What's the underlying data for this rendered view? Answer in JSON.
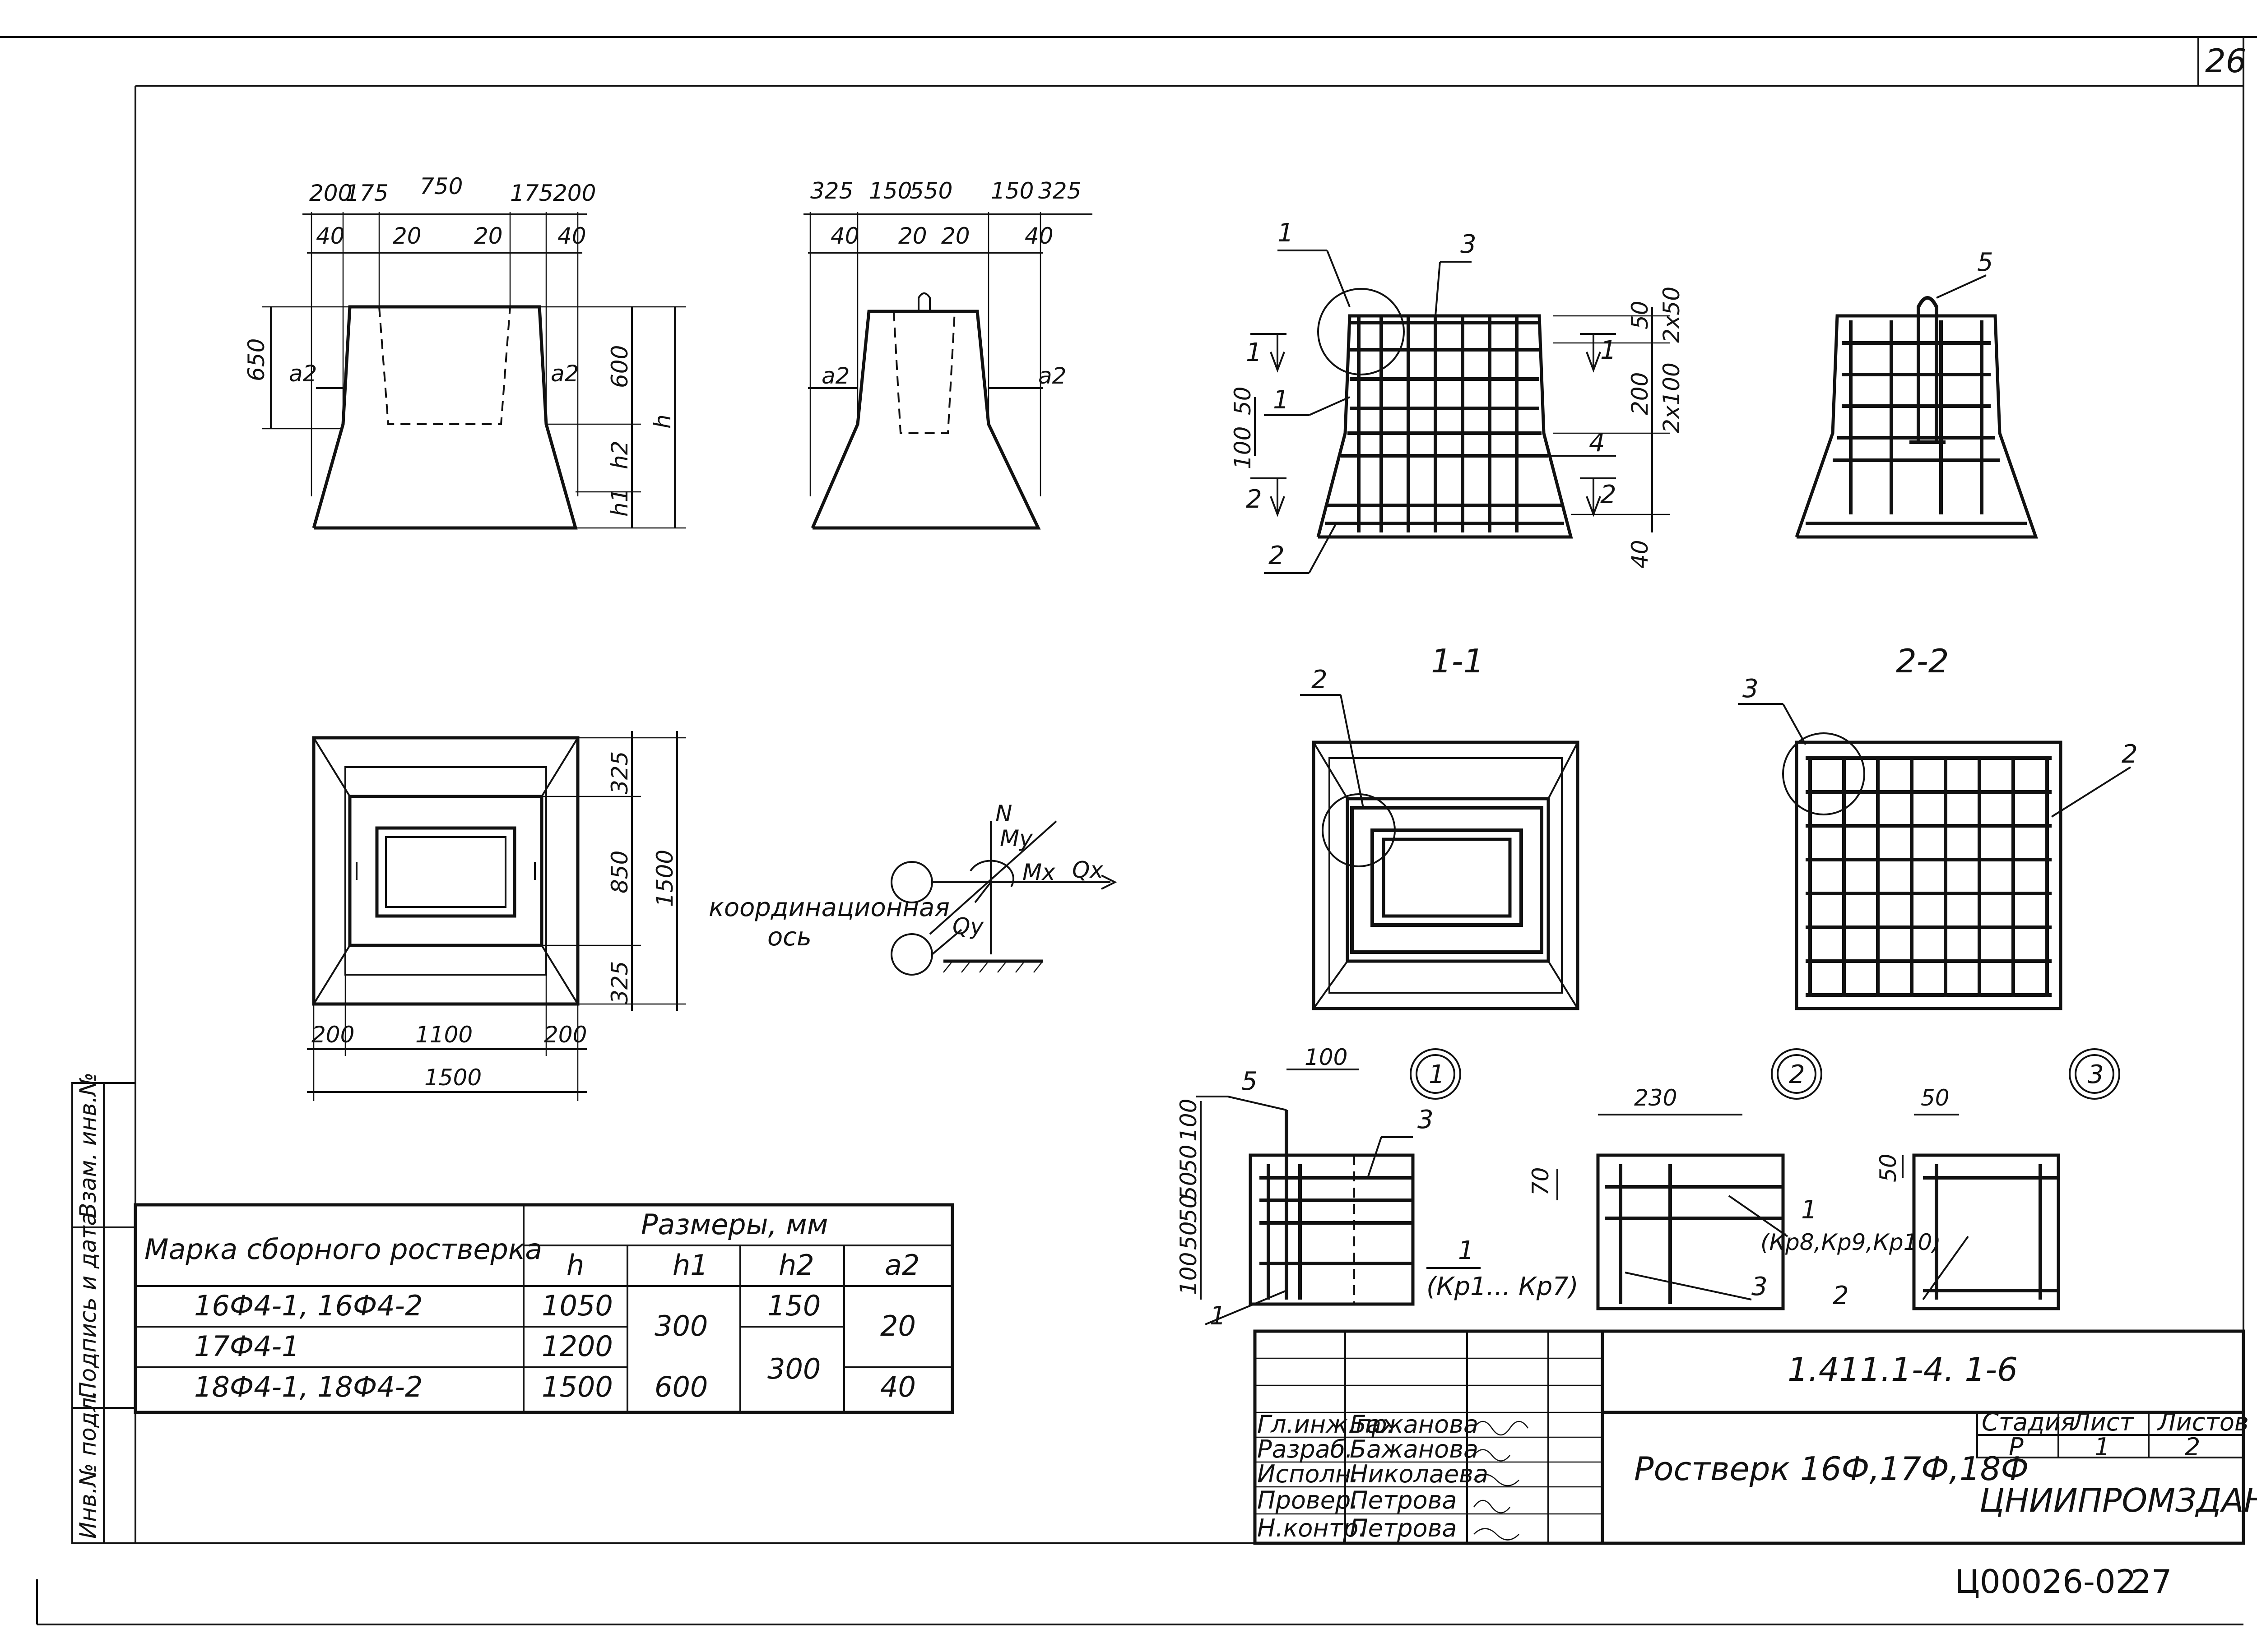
{
  "sheet": {
    "number": "26",
    "archive_code": "Ц00026-02",
    "archive_page": "27"
  },
  "elevation": {
    "top_dims": [
      "200",
      "175",
      "750",
      "175",
      "200"
    ],
    "sub_dims": [
      "40",
      "20",
      "20",
      "40"
    ],
    "left_dims": [
      "650",
      "a2"
    ],
    "right_dims": [
      "600",
      "a2",
      "h2",
      "h",
      "h1"
    ]
  },
  "side_view": {
    "top_dims": [
      "325",
      "150",
      "550",
      "150",
      "325"
    ],
    "sub_dims": [
      "40",
      "20",
      "20",
      "40"
    ],
    "left_dims": [
      "a2"
    ],
    "right_dims": [
      "a2"
    ]
  },
  "reinforcement_front": {
    "callouts": [
      "1",
      "3",
      "1",
      "4",
      "2",
      "1",
      "2",
      "1",
      "2"
    ],
    "dims": [
      "50",
      "2x50",
      "200",
      "2x100",
      "40",
      "100",
      "50"
    ]
  },
  "reinforcement_side": {
    "callouts": [
      "5"
    ]
  },
  "plan": {
    "right_dims": [
      "325",
      "850",
      "325",
      "1500"
    ],
    "bottom_dims": [
      "200",
      "1100",
      "200",
      "1500"
    ]
  },
  "load_scheme": {
    "labels": [
      "N",
      "My",
      "Mx",
      "Qx",
      "Qy"
    ],
    "axis_label": "координационная",
    "axis_label_2": "ось"
  },
  "section_1_1": {
    "title": "1-1",
    "callouts": [
      "2"
    ]
  },
  "section_2_2": {
    "title": "2-2",
    "callouts": [
      "3",
      "2"
    ]
  },
  "details": {
    "d1": {
      "marker": "1",
      "dims": [
        "100",
        "50",
        "50",
        "50",
        "100",
        "50"
      ],
      "callouts": [
        "5",
        "3",
        "1",
        "1",
        "(Кр1... Кр7)"
      ],
      "top_dim": "100"
    },
    "d2": {
      "marker": "2",
      "dims": [
        "230",
        "70"
      ],
      "callouts": [
        "1",
        "(Кр8,Кр9,Кр10)",
        "3"
      ]
    },
    "d3": {
      "marker": "3",
      "dims": [
        "50",
        "50"
      ],
      "callouts": [
        "2"
      ]
    }
  },
  "table": {
    "col1_header": "Марка сборного ростверка",
    "group_header": "Размеры, мм",
    "sub_headers": [
      "h",
      "h1",
      "h2",
      "a2"
    ],
    "rows": [
      {
        "mark": "16Ф4-1,   16Ф4-2",
        "h": "1050"
      },
      {
        "mark": "17Ф4-1",
        "h": "1200"
      },
      {
        "mark": "18Ф4-1,   18Ф4-2",
        "h": "1500"
      }
    ],
    "merged": {
      "h1_a": "300",
      "h1_b": "600",
      "h2_a": "150",
      "h2_b": "300",
      "a2_a": "20",
      "a2_b": "40"
    }
  },
  "left_stamp": [
    "Инв.№ подл.",
    "Подпись и дата",
    "Взам. инв.№"
  ],
  "title_block": {
    "doc_code": "1.411.1-4. 1-6",
    "roles": [
      "Гл.инж.пр.",
      "Разраб.",
      "Исполн.",
      "Провер.",
      "Н.контр."
    ],
    "names": [
      "Бажанова",
      "Бажанова",
      "Николаева",
      "Петрова",
      "Петрова"
    ],
    "title": "Ростверк 16Ф,17Ф,18Ф",
    "stage_header": "Стадия",
    "sheet_header": "Лист",
    "sheets_header": "Листов",
    "stage": "Р",
    "sheet": "1",
    "sheets": "2",
    "org": "ЦНИИПРОМЗДАНИЙ"
  }
}
